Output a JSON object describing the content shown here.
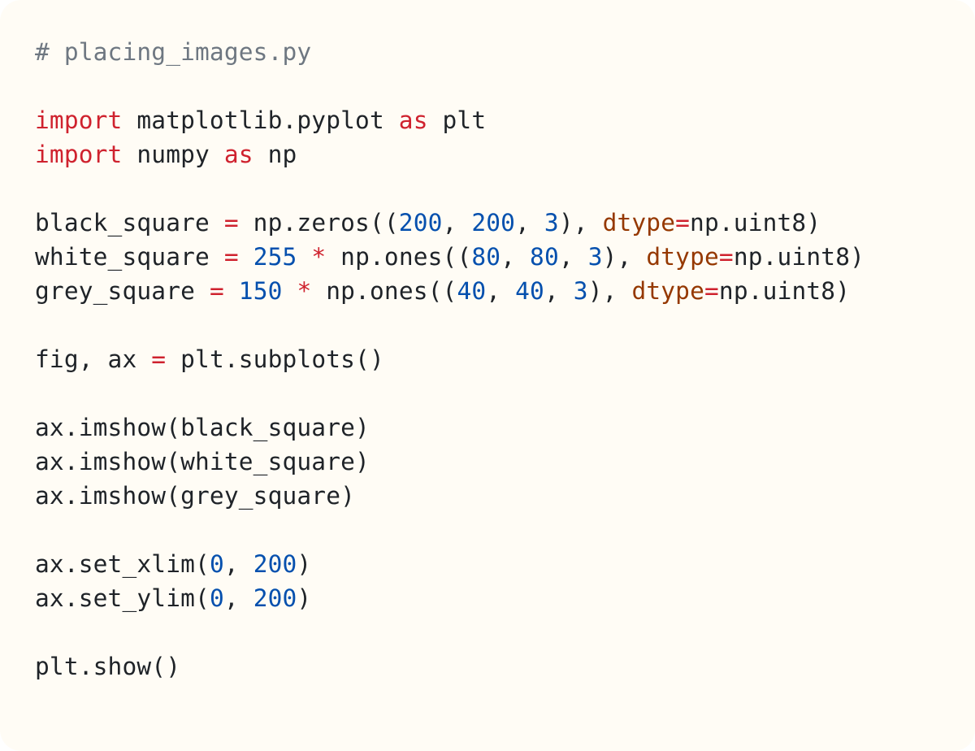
{
  "editor": {
    "filename_comment": "# placing_images.py",
    "background": "#fffcf5",
    "colors": {
      "comment": "#6e7781",
      "keyword": "#cf222e",
      "number": "#0550ae",
      "kwarg": "#953800",
      "text": "#1f2328"
    },
    "lines": [
      [
        {
          "t": "cm",
          "v": "# placing_images.py"
        }
      ],
      [],
      [
        {
          "t": "kw",
          "v": "import"
        },
        {
          "t": "tx",
          "v": " matplotlib.pyplot "
        },
        {
          "t": "kw",
          "v": "as"
        },
        {
          "t": "tx",
          "v": " plt"
        }
      ],
      [
        {
          "t": "kw",
          "v": "import"
        },
        {
          "t": "tx",
          "v": " numpy "
        },
        {
          "t": "kw",
          "v": "as"
        },
        {
          "t": "tx",
          "v": " np"
        }
      ],
      [],
      [
        {
          "t": "tx",
          "v": "black_square "
        },
        {
          "t": "op",
          "v": "="
        },
        {
          "t": "tx",
          "v": " np.zeros(("
        },
        {
          "t": "num",
          "v": "200"
        },
        {
          "t": "tx",
          "v": ", "
        },
        {
          "t": "num",
          "v": "200"
        },
        {
          "t": "tx",
          "v": ", "
        },
        {
          "t": "num",
          "v": "3"
        },
        {
          "t": "tx",
          "v": "), "
        },
        {
          "t": "arg",
          "v": "dtype"
        },
        {
          "t": "op",
          "v": "="
        },
        {
          "t": "tx",
          "v": "np.uint8)"
        }
      ],
      [
        {
          "t": "tx",
          "v": "white_square "
        },
        {
          "t": "op",
          "v": "="
        },
        {
          "t": "tx",
          "v": " "
        },
        {
          "t": "num",
          "v": "255"
        },
        {
          "t": "tx",
          "v": " "
        },
        {
          "t": "op",
          "v": "*"
        },
        {
          "t": "tx",
          "v": " np.ones(("
        },
        {
          "t": "num",
          "v": "80"
        },
        {
          "t": "tx",
          "v": ", "
        },
        {
          "t": "num",
          "v": "80"
        },
        {
          "t": "tx",
          "v": ", "
        },
        {
          "t": "num",
          "v": "3"
        },
        {
          "t": "tx",
          "v": "), "
        },
        {
          "t": "arg",
          "v": "dtype"
        },
        {
          "t": "op",
          "v": "="
        },
        {
          "t": "tx",
          "v": "np.uint8)"
        }
      ],
      [
        {
          "t": "tx",
          "v": "grey_square "
        },
        {
          "t": "op",
          "v": "="
        },
        {
          "t": "tx",
          "v": " "
        },
        {
          "t": "num",
          "v": "150"
        },
        {
          "t": "tx",
          "v": " "
        },
        {
          "t": "op",
          "v": "*"
        },
        {
          "t": "tx",
          "v": " np.ones(("
        },
        {
          "t": "num",
          "v": "40"
        },
        {
          "t": "tx",
          "v": ", "
        },
        {
          "t": "num",
          "v": "40"
        },
        {
          "t": "tx",
          "v": ", "
        },
        {
          "t": "num",
          "v": "3"
        },
        {
          "t": "tx",
          "v": "), "
        },
        {
          "t": "arg",
          "v": "dtype"
        },
        {
          "t": "op",
          "v": "="
        },
        {
          "t": "tx",
          "v": "np.uint8)"
        }
      ],
      [],
      [
        {
          "t": "tx",
          "v": "fig, ax "
        },
        {
          "t": "op",
          "v": "="
        },
        {
          "t": "tx",
          "v": " plt.subplots()"
        }
      ],
      [],
      [
        {
          "t": "tx",
          "v": "ax.imshow(black_square)"
        }
      ],
      [
        {
          "t": "tx",
          "v": "ax.imshow(white_square)"
        }
      ],
      [
        {
          "t": "tx",
          "v": "ax.imshow(grey_square)"
        }
      ],
      [],
      [
        {
          "t": "tx",
          "v": "ax.set_xlim("
        },
        {
          "t": "num",
          "v": "0"
        },
        {
          "t": "tx",
          "v": ", "
        },
        {
          "t": "num",
          "v": "200"
        },
        {
          "t": "tx",
          "v": ")"
        }
      ],
      [
        {
          "t": "tx",
          "v": "ax.set_ylim("
        },
        {
          "t": "num",
          "v": "0"
        },
        {
          "t": "tx",
          "v": ", "
        },
        {
          "t": "num",
          "v": "200"
        },
        {
          "t": "tx",
          "v": ")"
        }
      ],
      [],
      [
        {
          "t": "tx",
          "v": "plt.show()"
        }
      ]
    ]
  }
}
